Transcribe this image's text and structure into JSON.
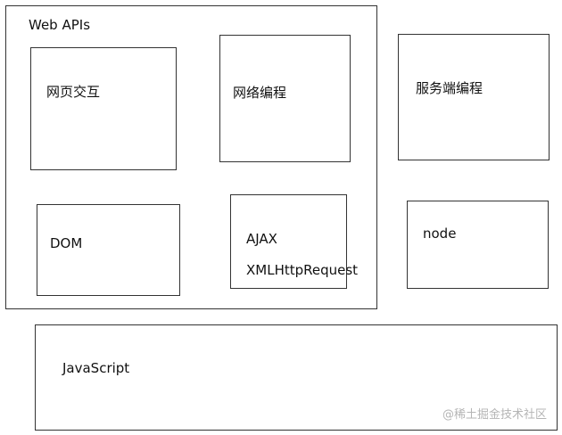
{
  "web_apis": {
    "title": "Web APIs"
  },
  "web_interaction": {
    "label": "网页交互"
  },
  "network_programming": {
    "label": "网络编程"
  },
  "server_programming": {
    "label": "服务端编程"
  },
  "dom": {
    "label": "DOM"
  },
  "ajax": {
    "line1": "AJAX",
    "line2": "XMLHttpRequest"
  },
  "node": {
    "label": "node"
  },
  "javascript": {
    "label": "JavaScript"
  },
  "watermark": {
    "text": "@稀土掘金技术社区"
  }
}
